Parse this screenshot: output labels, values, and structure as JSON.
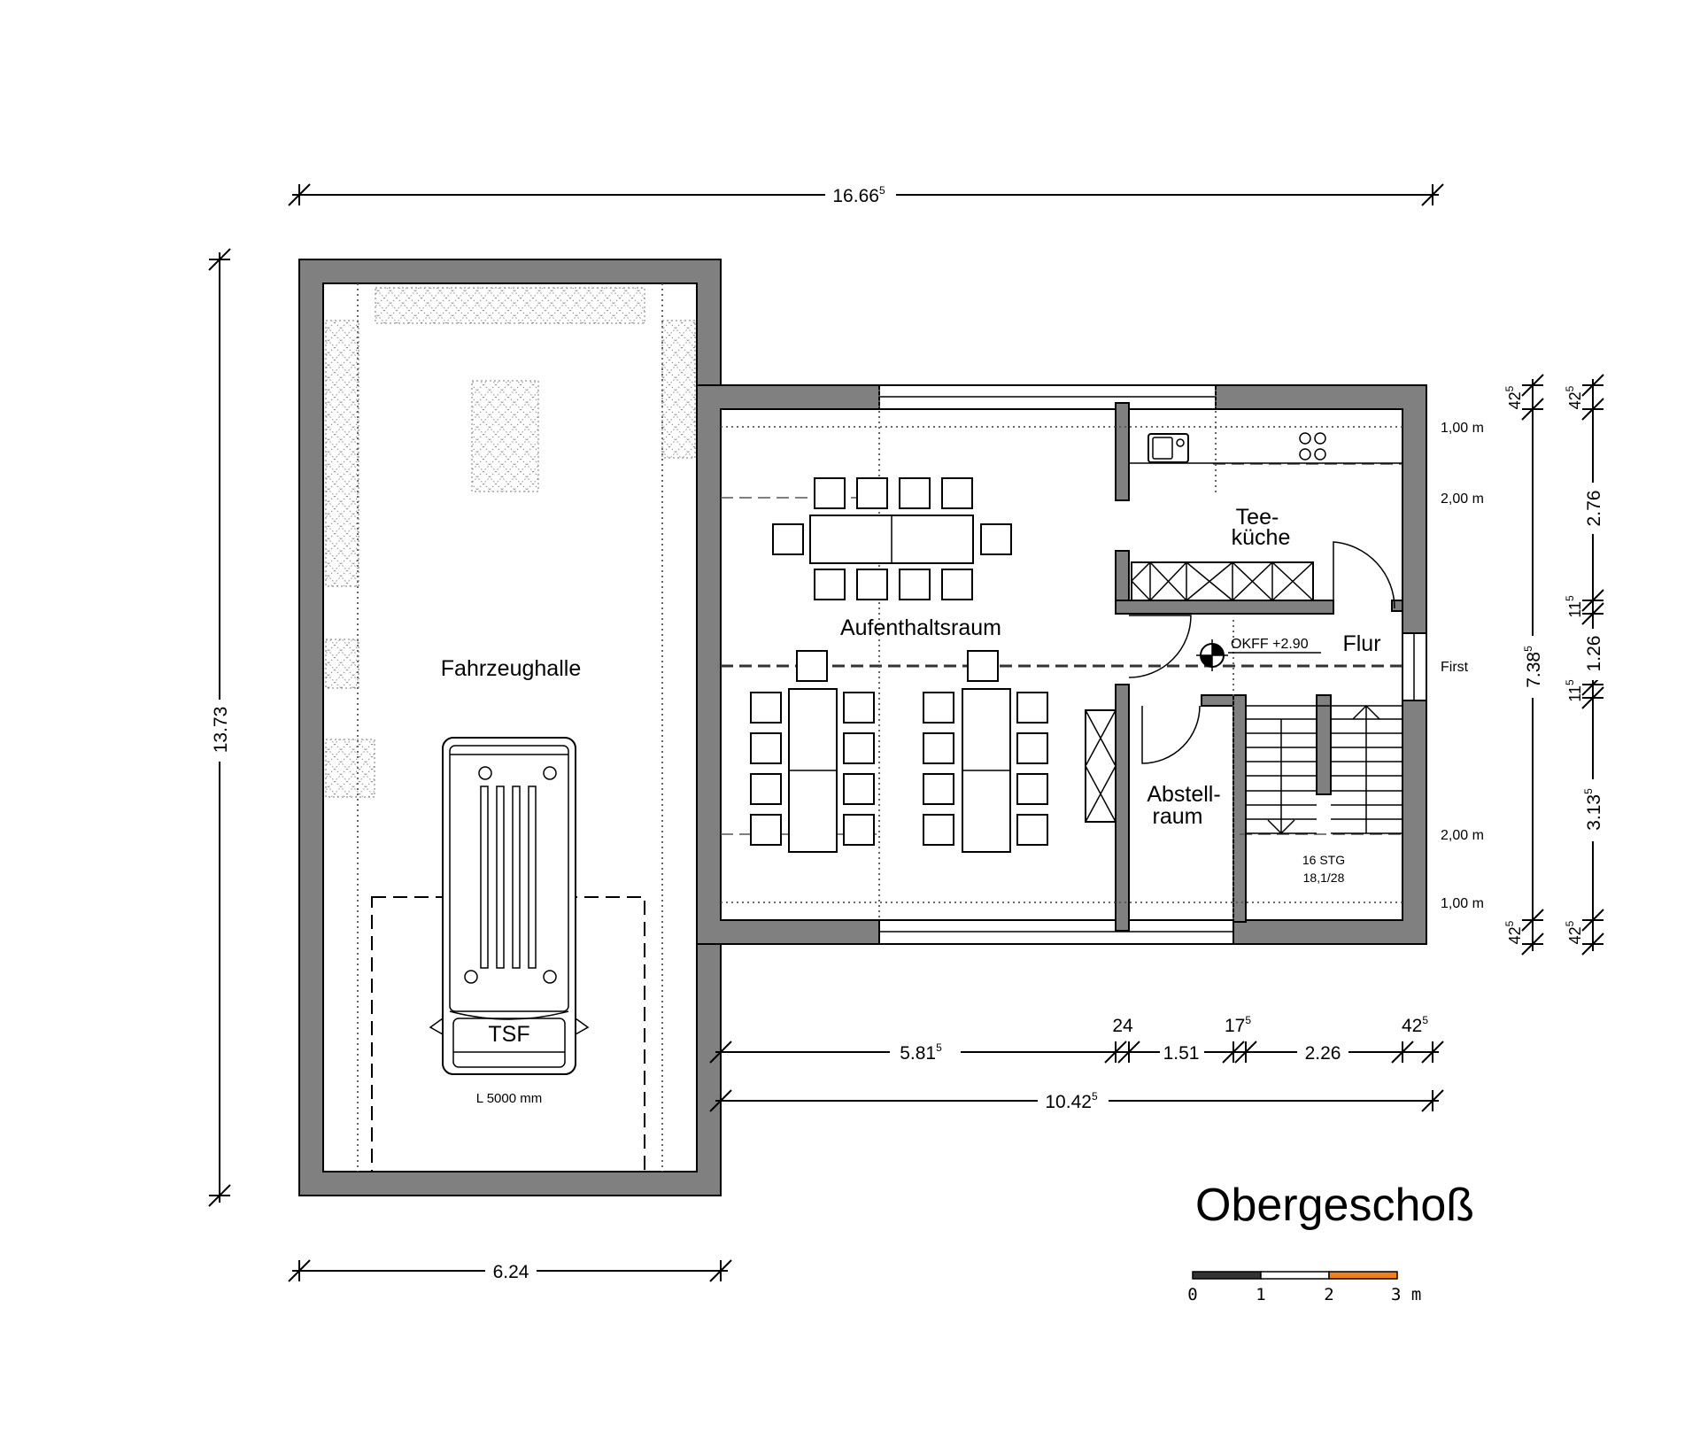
{
  "title": "Obergeschoß",
  "rooms": {
    "hall": "Fahrzeughalle",
    "lounge": "Aufenthaltsraum",
    "kitchen_1": "Tee-",
    "kitchen_2": "küche",
    "hallway": "Flur",
    "storage_1": "Abstell-",
    "storage_2": "raum"
  },
  "vehicle": {
    "label": "TSF",
    "length": "L 5000 mm"
  },
  "level_mark": "OKFF +2.90",
  "stairs": {
    "steps": "16 STG",
    "ratio": "18,1/28"
  },
  "roof_heights": [
    "1,00 m",
    "2,00 m",
    "First",
    "2,00 m",
    "1,00 m"
  ],
  "dimensions": {
    "top_total": {
      "main": "16.66",
      "sup": "5"
    },
    "left_total": {
      "main": "13.73",
      "sup": ""
    },
    "bottom_hall": {
      "main": "6.24",
      "sup": ""
    },
    "bottom_total": {
      "main": "10.42",
      "sup": "5"
    },
    "bottom_chain": [
      {
        "main": "5.81",
        "sup": "5"
      },
      {
        "main": "24",
        "sup": ""
      },
      {
        "main": "1.51",
        "sup": ""
      },
      {
        "main": "17",
        "sup": "5"
      },
      {
        "main": "2.26",
        "sup": ""
      },
      {
        "main": "42",
        "sup": "5"
      }
    ],
    "right_outer": [
      {
        "main": "42",
        "sup": "5"
      },
      {
        "main": "7.38",
        "sup": "5"
      },
      {
        "main": "42",
        "sup": "5"
      }
    ],
    "right_chain": [
      {
        "main": "42",
        "sup": "5"
      },
      {
        "main": "2.76",
        "sup": ""
      },
      {
        "main": "11",
        "sup": "5"
      },
      {
        "main": "1.26",
        "sup": ""
      },
      {
        "main": "11",
        "sup": "5"
      },
      {
        "main": "3.13",
        "sup": "5"
      },
      {
        "main": "42",
        "sup": "5"
      }
    ]
  },
  "scale_bar": {
    "labels": [
      "0",
      "1",
      "2",
      "3 m"
    ],
    "colors": [
      "#333333",
      "#ffffff",
      "#f07f1e"
    ]
  }
}
